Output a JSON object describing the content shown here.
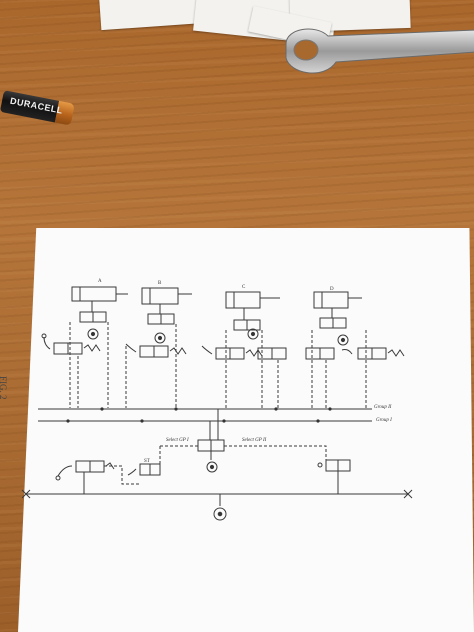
{
  "battery": {
    "label": "DURACELL"
  },
  "diagram": {
    "fig_label": "FIG. 2",
    "group_ii": "Group II",
    "group_i": "Group I",
    "select_gp1": "Select GP I",
    "select_gp2": "Select GP II",
    "st": "ST",
    "cylinders": [
      "A",
      "B",
      "C",
      "D"
    ]
  },
  "colors": {
    "wood": "#a8692f",
    "paper": "#fbfbfb",
    "ink": "#333333"
  }
}
